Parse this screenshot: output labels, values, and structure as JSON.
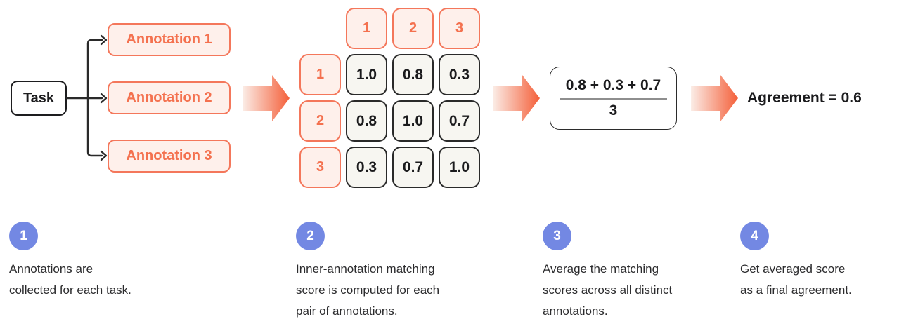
{
  "flow": {
    "task_label": "Task",
    "annotations": [
      "Annotation 1",
      "Annotation 2",
      "Annotation 3"
    ]
  },
  "matrix": {
    "col_headers": [
      "1",
      "2",
      "3"
    ],
    "row_headers": [
      "1",
      "2",
      "3"
    ],
    "cells": [
      [
        "1.0",
        "0.8",
        "0.3"
      ],
      [
        "0.8",
        "1.0",
        "0.7"
      ],
      [
        "0.3",
        "0.7",
        "1.0"
      ]
    ]
  },
  "formula": {
    "numerator": "0.8 + 0.3 + 0.7",
    "denominator": "3"
  },
  "result_label": "Agreement = 0.6",
  "steps": [
    {
      "number": "1",
      "lines": [
        "Annotations are",
        "collected for each task."
      ]
    },
    {
      "number": "2",
      "lines": [
        "Inner-annotation matching",
        "score is computed for each",
        "pair of annotations."
      ]
    },
    {
      "number": "3",
      "lines": [
        "Average the matching",
        "scores across all distinct",
        "annotations."
      ]
    },
    {
      "number": "4",
      "lines": [
        "Get averaged score",
        "as a final agreement."
      ]
    }
  ],
  "colors": {
    "coral_text": "#F4714F",
    "coral_border": "#F4775B",
    "pink_fill": "#FEF0EB",
    "cell_fill": "#F7F6F1",
    "cell_border": "#2A2A2A",
    "ink": "#1B1B1D",
    "body_text": "#2C2C2E",
    "step_badge": "#7388E3",
    "fraction_bar": "#8E8E8E",
    "arrow_gradient_start": "#FBEDE7",
    "arrow_gradient_end": "#F45F39"
  }
}
